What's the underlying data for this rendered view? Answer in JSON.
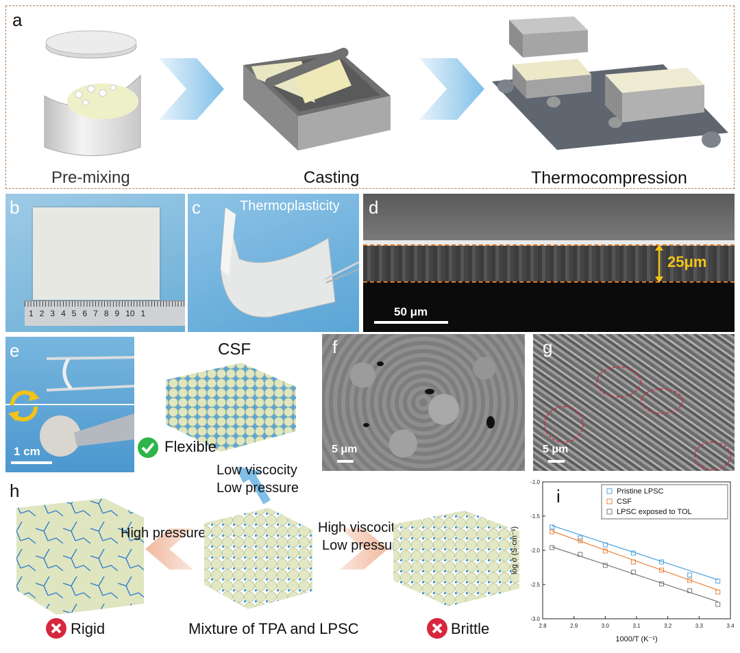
{
  "panels": {
    "a": {
      "label": "a",
      "steps": [
        "Pre-mixing",
        "Casting",
        "Thermocompression"
      ]
    },
    "b": {
      "label": "b",
      "ruler_digits": [
        "1",
        "2",
        "3",
        "4",
        "5",
        "6",
        "7",
        "8",
        "9",
        "10",
        "1"
      ]
    },
    "c": {
      "label": "c",
      "caption": "Thermoplasticity"
    },
    "d": {
      "label": "d",
      "thickness": "25μm",
      "scale_bar": "50 μm"
    },
    "e": {
      "label": "e",
      "scale_bar": "1 cm"
    },
    "csf": {
      "title": "CSF",
      "status": "Flexible"
    },
    "f": {
      "label": "f",
      "scale_bar": "5 μm"
    },
    "g": {
      "label": "g",
      "scale_bar": "5 μm"
    },
    "h": {
      "label": "h",
      "center_caption": "Mixture of TPA and LPSC",
      "up_condition_1": "Low viscocity",
      "up_condition_2": "Low pressure",
      "left_condition": "High pressure",
      "right_condition_1": "High viscocity",
      "right_condition_2": "Low pressure",
      "left_status": "Rigid",
      "right_status": "Brittle"
    },
    "i": {
      "label": "i"
    }
  },
  "colors": {
    "pristine": "#4aa3df",
    "csf": "#e8833a",
    "tol": "#777777",
    "accent_blue": "#7fbfe8",
    "accent_peach": "#f0b9a0",
    "check_green": "#2db54a",
    "cross_red": "#d7263d",
    "sem_line": "#e07b2a"
  },
  "chart_data": {
    "type": "scatter",
    "xlabel": "1000/T (K⁻¹)",
    "ylabel": "log σ (S·cm⁻¹)",
    "xlim": [
      2.8,
      3.4
    ],
    "ylim": [
      -3.0,
      -1.0
    ],
    "xticks": [
      "2.8",
      "2.9",
      "3.0",
      "3.1",
      "3.2",
      "3.3",
      "3.4"
    ],
    "yticks": [
      "-1.0",
      "-1.5",
      "-2.0",
      "-2.5",
      "-3.0"
    ],
    "legend_position": "top-right",
    "series": [
      {
        "name": "Pristine LPSC",
        "color": "#4aa3df",
        "x": [
          2.83,
          2.92,
          3.0,
          3.09,
          3.18,
          3.27,
          3.36
        ],
        "y": [
          -1.66,
          -1.82,
          -1.92,
          -2.04,
          -2.17,
          -2.36,
          -2.45
        ],
        "fit": [
          [
            2.83,
            -1.64
          ],
          [
            3.36,
            -2.43
          ]
        ]
      },
      {
        "name": "CSF",
        "color": "#e8833a",
        "x": [
          2.83,
          2.92,
          3.0,
          3.09,
          3.18,
          3.27,
          3.36
        ],
        "y": [
          -1.73,
          -1.86,
          -2.01,
          -2.17,
          -2.29,
          -2.44,
          -2.61
        ],
        "fit": [
          [
            2.83,
            -1.72
          ],
          [
            3.36,
            -2.58
          ]
        ]
      },
      {
        "name": "LPSC exposed to TOL",
        "color": "#777777",
        "x": [
          2.83,
          2.92,
          3.0,
          3.09,
          3.18,
          3.27,
          3.36
        ],
        "y": [
          -1.96,
          -2.06,
          -2.22,
          -2.32,
          -2.49,
          -2.59,
          -2.79
        ],
        "fit": [
          [
            2.83,
            -1.95
          ],
          [
            3.36,
            -2.75
          ]
        ]
      }
    ]
  }
}
